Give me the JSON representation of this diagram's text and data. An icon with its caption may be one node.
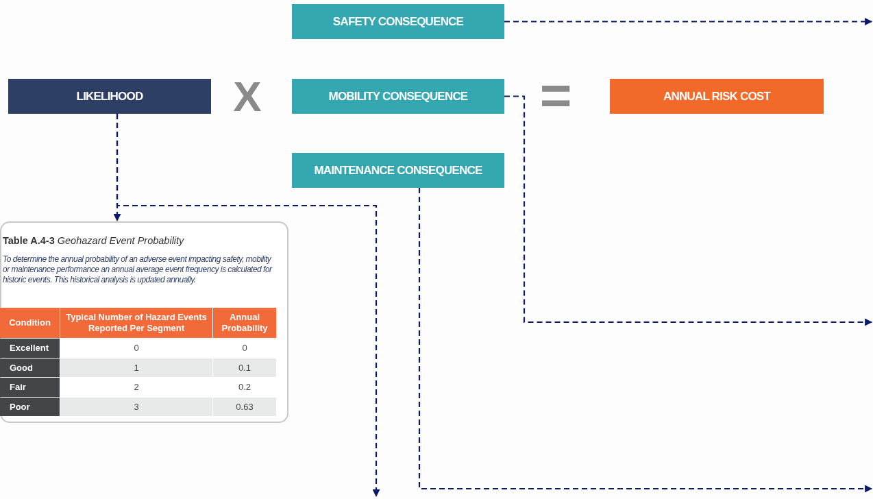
{
  "diagram": {
    "nodes": [
      {
        "text": [
          "LIKELIHOOD"
        ]
      },
      {
        "text": [
          "SAFETY CONSEQUENCE"
        ]
      },
      {
        "text": [
          "MOBILITY CONSEQUENCE"
        ]
      },
      {
        "text": [
          "MAINTENANCE CONSEQUENCE"
        ]
      },
      {
        "text": [
          "ANNUAL RISK COST"
        ]
      },
      {
        "text": [
          "**Table A.4-3** *Geohazard Event Probability*",
          "To determine the annual probability of an adverse event impacting safety, mobility or maintenance performance an annual average event frequency is calculated for historic events. This historical analysis is updated annually."
        ]
      }
    ],
    "edges": [
      {
        "from": 0,
        "to": 5,
        "arrow": "to",
        "style": "dashed"
      },
      {
        "from": 0,
        "to": null,
        "arrow": "to",
        "style": "dashed"
      },
      {
        "from": 1,
        "to": null,
        "arrow": "to",
        "style": "dashed"
      },
      {
        "from": 2,
        "to": null,
        "arrow": "to",
        "style": "dashed"
      },
      {
        "from": 3,
        "to": null,
        "arrow": "to",
        "style": "dashed"
      }
    ],
    "labels": [
      "X",
      "=",
      "Condition",
      "Typical Number of Hazard Events Reported Per Segment",
      "Annual Probability",
      "Excellent",
      "0",
      "0",
      "Good",
      "1",
      "0.1",
      "Fair",
      "2",
      "0.2",
      "Poor",
      "3",
      "0.63"
    ]
  }
}
